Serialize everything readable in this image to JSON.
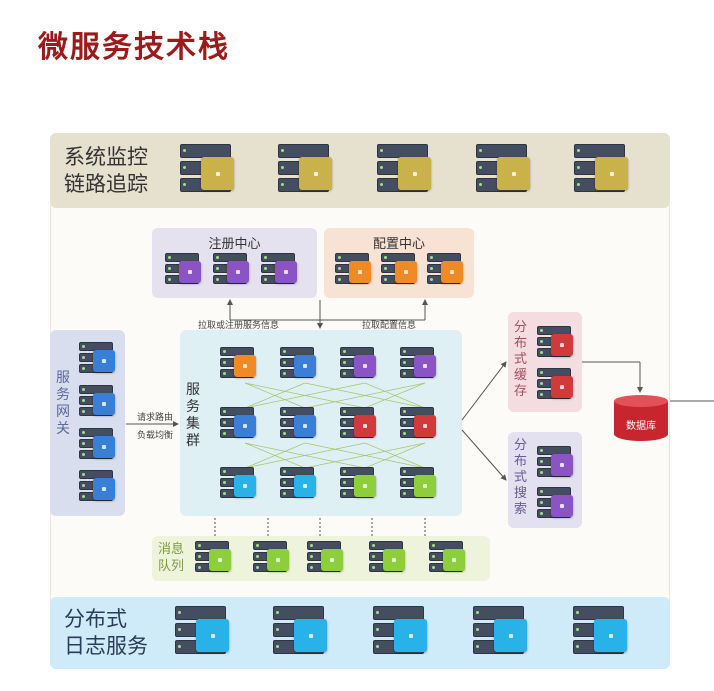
{
  "title": "微服务技术栈",
  "monitoring": {
    "line1": "系统监控",
    "line2": "链路追踪",
    "color": "#c9b24a"
  },
  "registry": {
    "title": "注册中心",
    "color": "#8a54c4"
  },
  "config": {
    "title": "配置中心",
    "color": "#f08a24"
  },
  "gateway": {
    "chars": [
      "服",
      "务",
      "网",
      "关"
    ],
    "color": "#3a7fd6"
  },
  "service_cluster": {
    "chars": [
      "服",
      "务",
      "集",
      "群"
    ]
  },
  "cache": {
    "chars": [
      "分",
      "布",
      "式",
      "缓",
      "存"
    ],
    "color": "#d03a3a"
  },
  "search": {
    "chars": [
      "分",
      "布",
      "式",
      "搜",
      "索"
    ],
    "color": "#8a54c4"
  },
  "message_queue": {
    "line1": "消息",
    "line2": "队列",
    "color": "#8ccf3a"
  },
  "logging": {
    "line1": "分布式",
    "line2": "日志服务",
    "color": "#29b2e8"
  },
  "database": {
    "label": "数据库"
  },
  "edges": {
    "registry_pull": "拉取或注册服务信息",
    "config_pull": "拉取配置信息",
    "gateway_route_1": "请求路由",
    "gateway_route_2": "负载均衡"
  },
  "cluster_colors": [
    [
      "#f08a24",
      "#3a7fd6",
      "#8a54c4",
      "#8a54c4"
    ],
    [
      "#3a7fd6",
      "#3a7fd6",
      "#d03a3a",
      "#d03a3a"
    ],
    [
      "#29b2e8",
      "#29b2e8",
      "#8ccf3a",
      "#8ccf3a"
    ]
  ]
}
